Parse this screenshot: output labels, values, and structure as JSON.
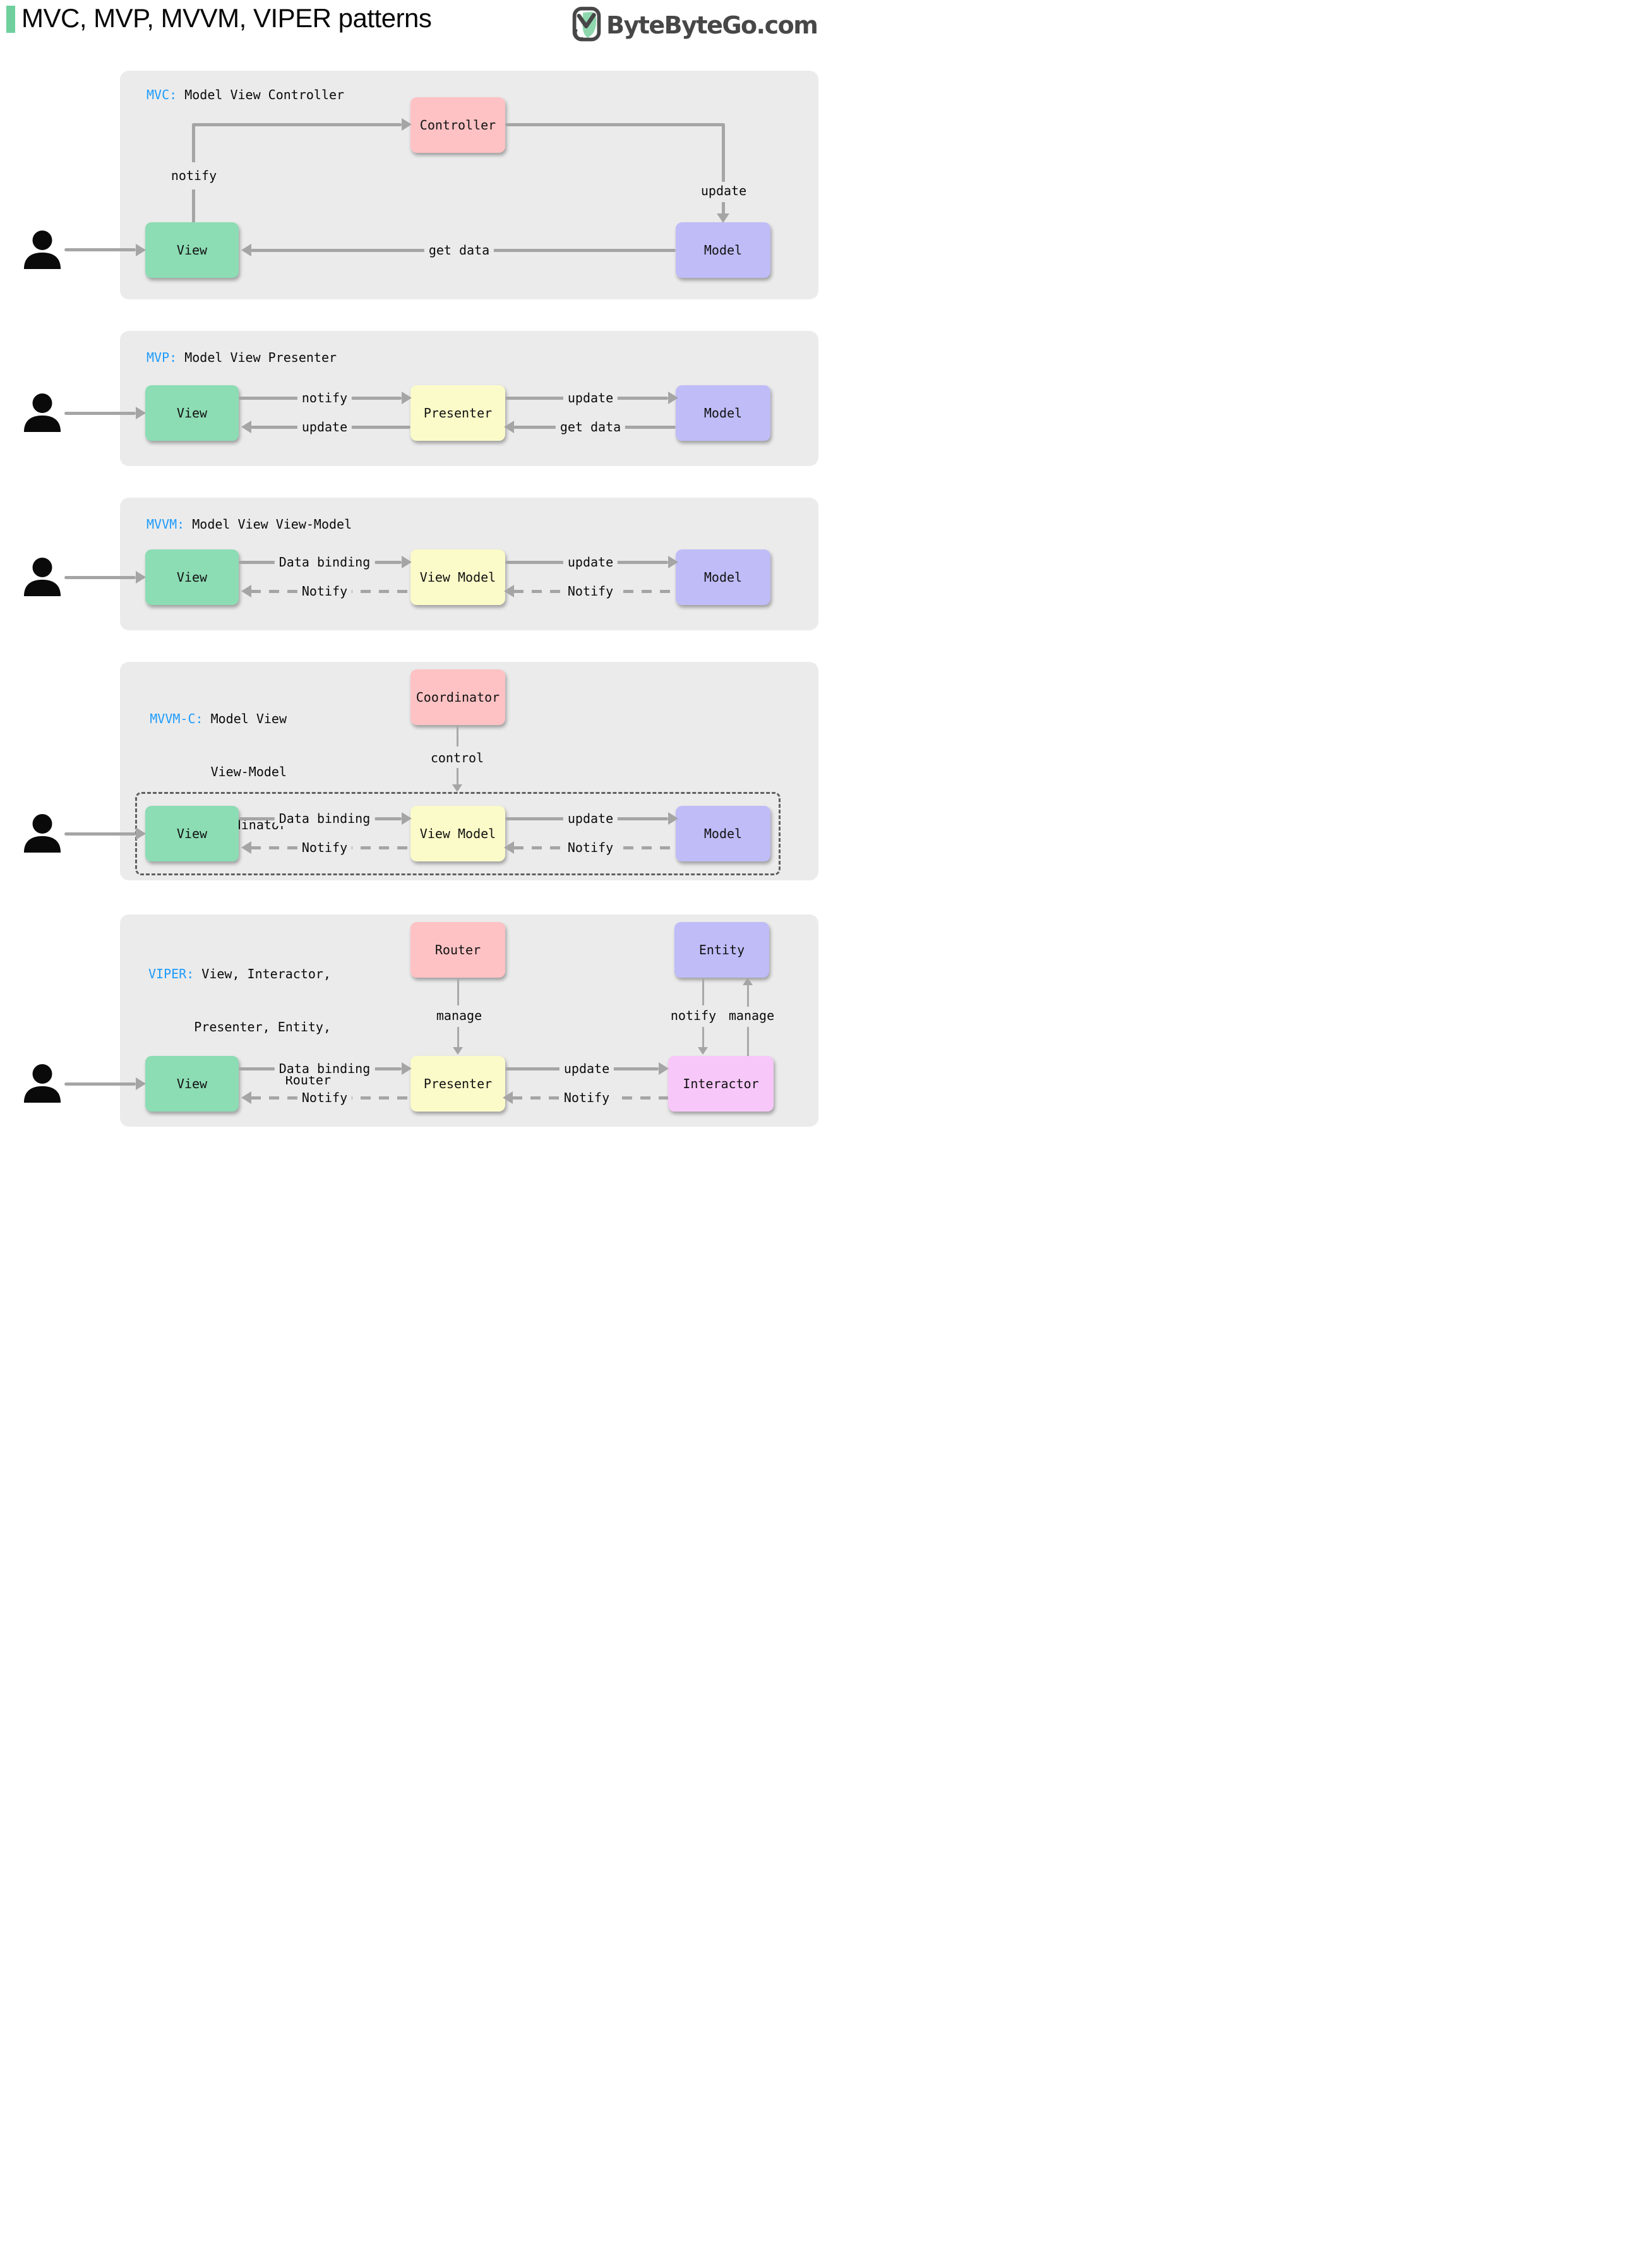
{
  "header": {
    "title": "MVC, MVP, MVVM, VIPER patterns",
    "logo_text": "ByteByteGo.com"
  },
  "icons": {
    "logo": "bytebytego-bird-icon",
    "user": "person-icon"
  },
  "colors": {
    "accent_green": "#6fcf9d",
    "label_blue": "#1e9bfb",
    "panel_bg": "#ebebeb",
    "node_green": "#8cdcb4",
    "node_pink": "#ffc2c4",
    "node_purple": "#bfbcf8",
    "node_yellow": "#fbfbc9",
    "node_magenta": "#f8c7f9",
    "arrow_gray": "#a5a5a5",
    "logo_gray": "#474747"
  },
  "panels": {
    "mvc": {
      "abbr": "MVC:",
      "label": " Model View Controller",
      "nodes": {
        "controller": "Controller",
        "view": "View",
        "model": "Model"
      },
      "edges": {
        "notify": "notify",
        "update": "update",
        "get_data": "get data"
      }
    },
    "mvp": {
      "abbr": "MVP:",
      "label": " Model View Presenter",
      "nodes": {
        "view": "View",
        "presenter": "Presenter",
        "model": "Model"
      },
      "edges": {
        "notify": "notify",
        "update_to_model": "update",
        "update_to_view": "update",
        "get_data": "get data"
      }
    },
    "mvvm": {
      "abbr": "MVVM:",
      "label": " Model View View-Model",
      "nodes": {
        "view": "View",
        "view_model": "View Model",
        "model": "Model"
      },
      "edges": {
        "data_binding": "Data binding",
        "update": "update",
        "notify_view": "Notify",
        "notify_vm": "Notify"
      }
    },
    "mvvmc": {
      "abbr": "MVVM-C:",
      "label": " Model View",
      "label_line2": "View-Model",
      "label_line3": "Coordinator",
      "nodes": {
        "coordinator": "Coordinator",
        "view": "View",
        "view_model": "View Model",
        "model": "Model"
      },
      "edges": {
        "control": "control",
        "data_binding": "Data binding",
        "update": "update",
        "notify_view": "Notify",
        "notify_vm": "Notify"
      }
    },
    "viper": {
      "abbr": "VIPER:",
      "label": " View, Interactor,",
      "label_line2": "Presenter, Entity,",
      "label_line3": "Router",
      "nodes": {
        "router": "Router",
        "entity": "Entity",
        "view": "View",
        "presenter": "Presenter",
        "interactor": "Interactor"
      },
      "edges": {
        "manage_router": "manage",
        "notify_entity": "notify",
        "manage_entity": "manage",
        "data_binding": "Data binding",
        "update": "update",
        "notify_view": "Notify",
        "notify_presenter": "Notify"
      }
    }
  }
}
